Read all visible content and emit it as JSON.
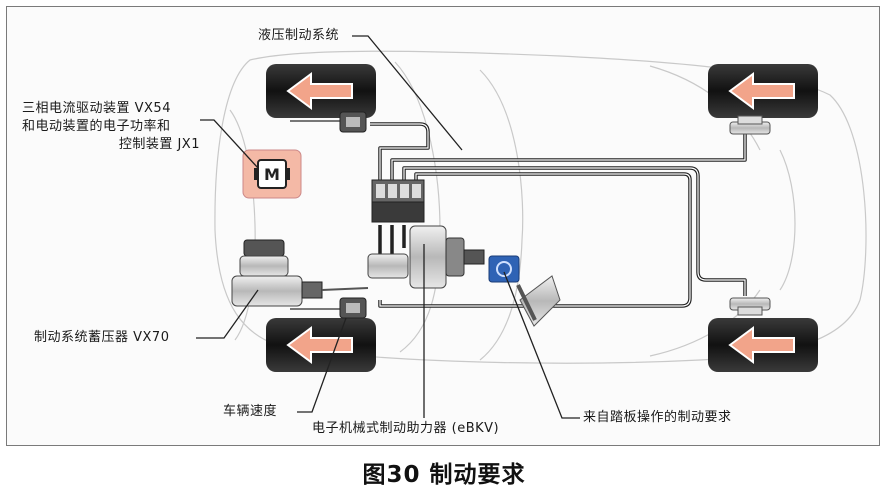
{
  "labels": {
    "hydraulic_brake_system": "液压制动系统",
    "drive_unit_line1": "三相电流驱动装置 VX54",
    "drive_unit_line2": "和电动装置的电子功率和",
    "drive_unit_line3": "控制装置 JX1",
    "accumulator": "制动系统蓄压器 VX70",
    "vehicle_speed": "车辆速度",
    "ebkv": "电子机械式制动助力器 (eBKV)",
    "pedal_request": "来自踏板操作的制动要求"
  },
  "motor_symbol": "M",
  "caption": "图30 制动要求",
  "colors": {
    "arrow_fill": "#f2a48a",
    "tire": "#1d1d1d",
    "booster_blue": "#2f63b5",
    "line": "#222222"
  },
  "icons": [
    "left-arrow-icon",
    "motor-icon"
  ]
}
